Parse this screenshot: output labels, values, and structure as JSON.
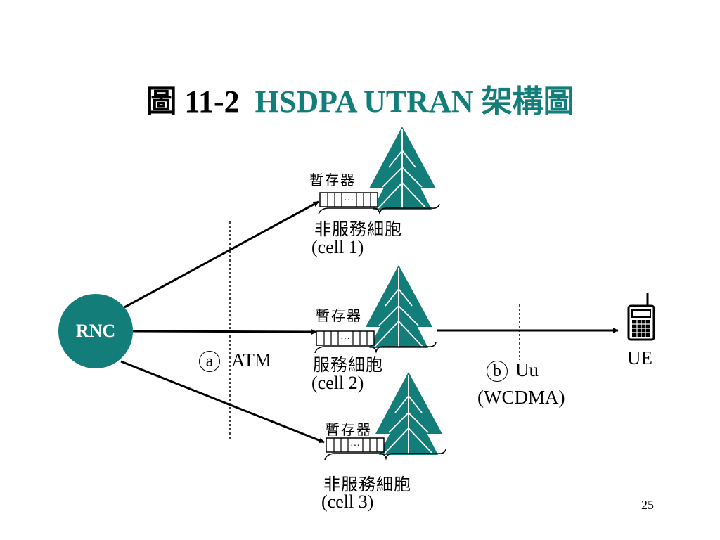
{
  "colors": {
    "accent": "#137e79"
  },
  "title": {
    "prefix": "圖 11-2",
    "main": "HSDPA UTRAN 架構圖"
  },
  "rnc": {
    "label": "RNC"
  },
  "cells": [
    {
      "buffer_label": "暫存器",
      "name": "非服務細胞",
      "id": "(cell 1)"
    },
    {
      "buffer_label": "暫存器",
      "name": "服務細胞",
      "id": "(cell 2)"
    },
    {
      "buffer_label": "暫存器",
      "name": "非服務細胞",
      "id": "(cell 3)"
    }
  ],
  "interfaces": {
    "a": {
      "marker": "a",
      "label": "ATM"
    },
    "b": {
      "marker": "b",
      "label": "Uu",
      "sublabel": "(WCDMA)"
    }
  },
  "ue": {
    "label": "UE"
  },
  "page_number": "25"
}
